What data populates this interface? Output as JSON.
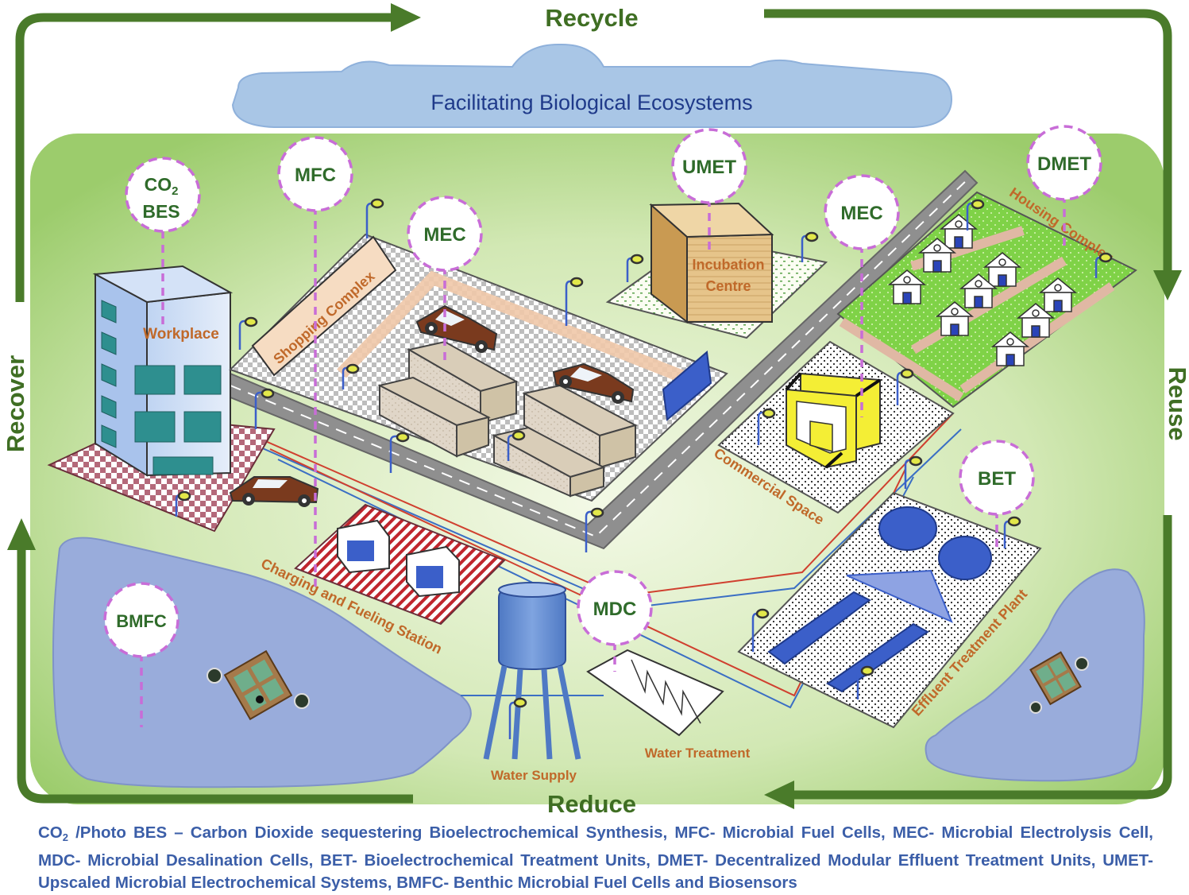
{
  "cycle": {
    "top": "Recycle",
    "right": "Reuse",
    "bottom": "Reduce",
    "left": "Recover",
    "arrow_color": "#4a7b2a"
  },
  "cloud": {
    "text": "Facilitating Biological Ecosystems",
    "color": "#a9c6e6"
  },
  "badges": {
    "co2": {
      "line1": "CO",
      "sub": "2",
      "line2": "BES"
    },
    "mfc": "MFC",
    "mec_shop": "MEC",
    "umet": "UMET",
    "mec_road": "MEC",
    "dmet": "DMET",
    "bet": "BET",
    "mdc": "MDC",
    "bmfc": "BMFC",
    "badge_border_color": "#c86dd7"
  },
  "places": {
    "workplace": "Workplace",
    "shopping": "Shopping Complex",
    "incubation_1": "Incubation",
    "incubation_2": "Centre",
    "housing": "Housing Complex",
    "commercial": "Commercial Space",
    "charging": "Charging and Fueling Station",
    "effluent": "Effluent Treatment Plant",
    "water_treatment": "Water Treatment",
    "water_supply": "Water Supply"
  },
  "legend": {
    "co2_prefix": "CO",
    "co2_sub": "2",
    "text": " /Photo BES – Carbon Dioxide sequestering Bioelectrochemical Synthesis, MFC- Microbial Fuel Cells, MEC- Microbial Electrolysis Cell, MDC- Microbial Desalination Cells, BET- Bioelectrochemical Treatment Units, DMET- Decentralized Modular Effluent Treatment Units, UMET- Upscaled Microbial Electrochemical Systems, BMFC- Benthic Microbial Fuel Cells and Biosensors"
  },
  "colors": {
    "ground": "#a8d17c",
    "label_orange": "#c0692a",
    "legend_blue": "#3b5ea8",
    "pond": "#99acdb",
    "road": "#8f8f8f"
  }
}
